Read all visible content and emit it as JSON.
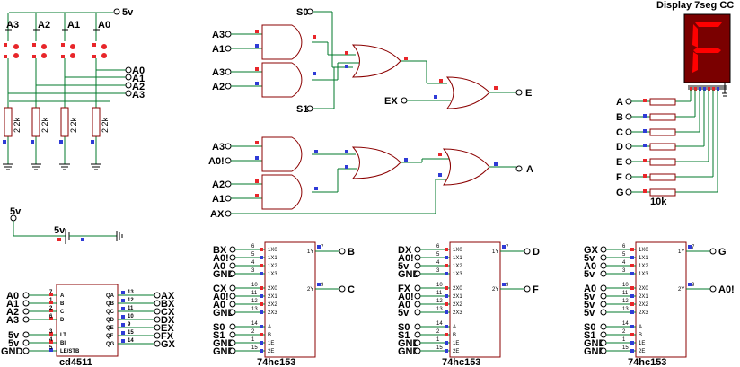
{
  "supply": "5v",
  "keys": {
    "labels": [
      "A3",
      "A2",
      "A1",
      "A0"
    ],
    "resistor": "2.2k",
    "bus": [
      "A0",
      "A1",
      "A2",
      "A3"
    ]
  },
  "gates": {
    "g1_inputs": [
      "S0",
      "A3",
      "A1",
      "A3",
      "A2",
      "S1"
    ],
    "g1_enable": "EX",
    "g1_output": "E",
    "g2_inputs": [
      "A3",
      "A0!",
      "A2",
      "A1",
      "AX"
    ],
    "g2_output": "A"
  },
  "display": {
    "title": "Display 7seg CC",
    "shown_char": "F",
    "inputs": [
      "A",
      "B",
      "C",
      "D",
      "E",
      "F",
      "G"
    ],
    "resistor": "10k"
  },
  "battery": {
    "top": "5v",
    "label": "5v"
  },
  "cd4511": {
    "name": "cd4511",
    "inputs": [
      "A0",
      "A1",
      "A2",
      "A3",
      "5v",
      "5v",
      "GND"
    ],
    "in_pins": [
      "7",
      "1",
      "2",
      "6",
      "3",
      "4",
      "5"
    ],
    "in_names": [
      "A",
      "B",
      "C",
      "D",
      "LT",
      "BI",
      "LE/STB"
    ],
    "outputs": [
      "AX",
      "BX",
      "CX",
      "DX",
      "EX",
      "FX",
      "GX"
    ],
    "out_pins": [
      "13",
      "12",
      "11",
      "10",
      "9",
      "15",
      "14"
    ],
    "out_names": [
      "QA",
      "QB",
      "QC",
      "QD",
      "QE",
      "QF",
      "QG"
    ]
  },
  "mux": {
    "name": "74hc153",
    "in_pins": [
      "6",
      "5",
      "4",
      "3",
      "10",
      "11",
      "12",
      "13",
      "14",
      "2",
      "1",
      "15"
    ],
    "in_names": [
      "1X0",
      "1X1",
      "1X2",
      "1X3",
      "2X0",
      "2X1",
      "2X2",
      "2X3",
      "A",
      "B",
      "1E",
      "2E"
    ],
    "out_pins": [
      "7",
      "9"
    ],
    "out_names": [
      "1Y",
      "2Y"
    ],
    "chips": [
      {
        "inputs": [
          "BX",
          "A0!",
          "A0",
          "GND",
          "CX",
          "A0!",
          "A0",
          "GND",
          "S0",
          "S1",
          "GND",
          "GND"
        ],
        "outputs": [
          "B",
          "C"
        ]
      },
      {
        "inputs": [
          "DX",
          "A0!",
          "5v",
          "GND",
          "FX",
          "A0!",
          "A0",
          "5v",
          "S0",
          "S1",
          "GND",
          "GND"
        ],
        "outputs": [
          "D",
          "F"
        ]
      },
      {
        "inputs": [
          "GX",
          "5v",
          "A0",
          "5v",
          "A0",
          "5v",
          "5v",
          "5v",
          "S0",
          "S1",
          "GND",
          "GND"
        ],
        "outputs": [
          "G",
          "A0!"
        ]
      }
    ]
  }
}
